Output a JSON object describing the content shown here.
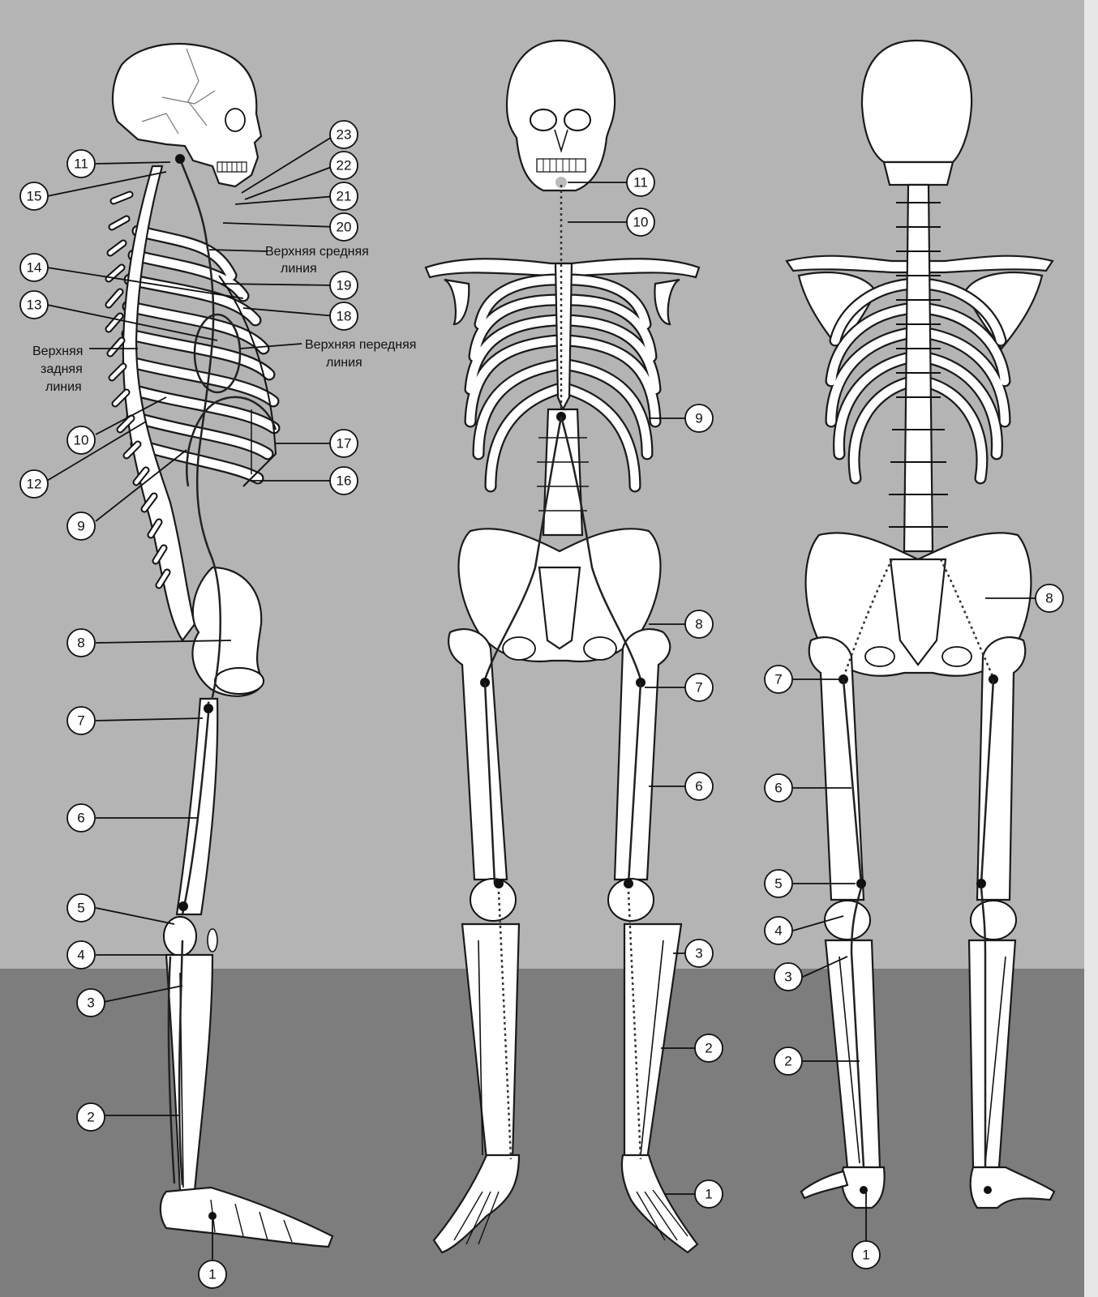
{
  "labels": {
    "upper_middle_line_1": "Верхняя средняя",
    "upper_middle_line_2": "линия",
    "upper_anterior_line_1": "Верхняя передняя",
    "upper_anterior_line_2": "линия",
    "upper_posterior_line_1": "Верхняя",
    "upper_posterior_line_2": "задняя",
    "upper_posterior_line_3": "линия"
  },
  "callouts_side": [
    {
      "n": "23"
    },
    {
      "n": "22"
    },
    {
      "n": "21"
    },
    {
      "n": "20"
    },
    {
      "n": "19"
    },
    {
      "n": "18"
    },
    {
      "n": "17"
    },
    {
      "n": "16"
    },
    {
      "n": "11"
    },
    {
      "n": "15"
    },
    {
      "n": "14"
    },
    {
      "n": "13"
    },
    {
      "n": "10"
    },
    {
      "n": "12"
    },
    {
      "n": "9"
    },
    {
      "n": "8"
    },
    {
      "n": "7"
    },
    {
      "n": "6"
    },
    {
      "n": "5"
    },
    {
      "n": "4"
    },
    {
      "n": "3"
    },
    {
      "n": "2"
    },
    {
      "n": "1"
    }
  ],
  "callouts_front": [
    {
      "n": "11"
    },
    {
      "n": "10"
    },
    {
      "n": "9"
    },
    {
      "n": "8"
    },
    {
      "n": "7"
    },
    {
      "n": "6"
    },
    {
      "n": "3"
    },
    {
      "n": "2"
    },
    {
      "n": "1"
    }
  ],
  "callouts_back": [
    {
      "n": "8"
    },
    {
      "n": "7"
    },
    {
      "n": "6"
    },
    {
      "n": "5"
    },
    {
      "n": "4"
    },
    {
      "n": "3"
    },
    {
      "n": "2"
    },
    {
      "n": "1"
    }
  ]
}
